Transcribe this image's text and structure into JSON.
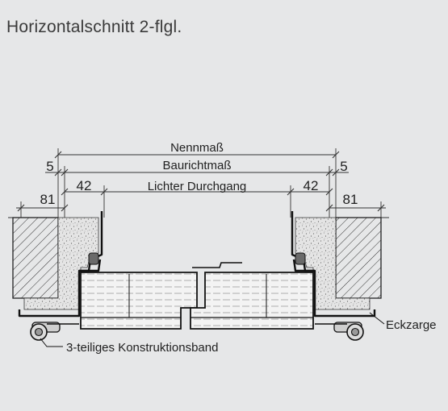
{
  "title": "Horizontalschnitt 2-flgl.",
  "dimensions": {
    "nennmass": "Nennmaß",
    "baurichtmass": "Baurichtmaß",
    "lichter_durchgang": "Lichter Durchgang",
    "left_offset": "5",
    "right_offset": "5",
    "left_frame_depth": "42",
    "right_frame_depth": "42",
    "left_wall": "81",
    "right_wall": "81"
  },
  "callouts": {
    "frame": "Eckzarge",
    "hinge": "3-teiliges Konstruktionsband"
  }
}
